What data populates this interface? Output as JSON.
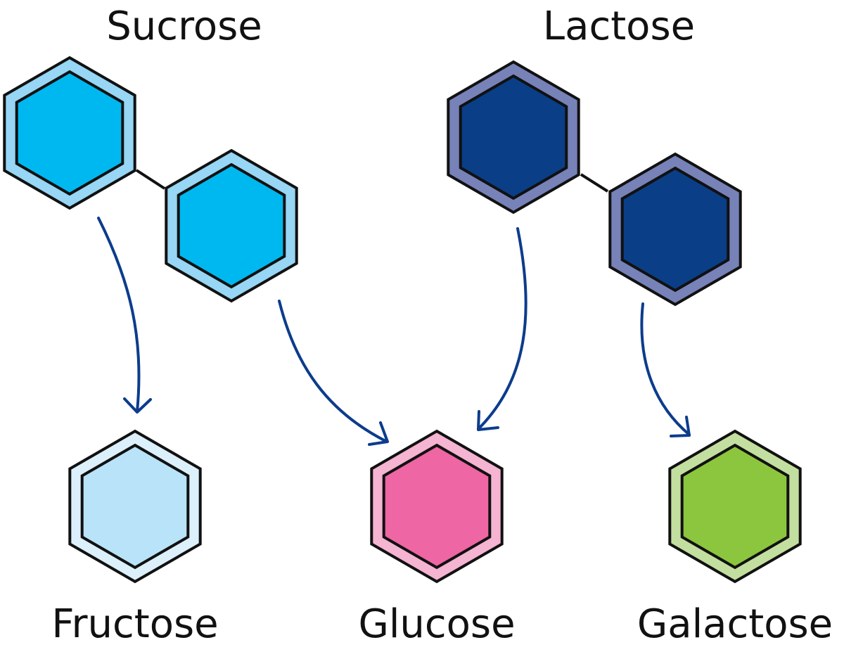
{
  "labels": {
    "sucrose": "Sucrose",
    "lactose": "Lactose",
    "fructose": "Fructose",
    "glucose": "Glucose",
    "galactose": "Galactose"
  },
  "colors": {
    "sucrose_outer": "#97d6f4",
    "sucrose_inner": "#00b8f0",
    "lactose_outer": "#7782b8",
    "lactose_inner": "#0a3e87",
    "fructose_outer": "#dcf0fb",
    "fructose_inner": "#b9e3f8",
    "glucose_outer": "#f5b4d1",
    "glucose_inner": "#ee66a3",
    "galactose_outer": "#c3dfa0",
    "galactose_inner": "#8cc63e",
    "arrow": "#0c3c8c",
    "outline": "#111111"
  }
}
